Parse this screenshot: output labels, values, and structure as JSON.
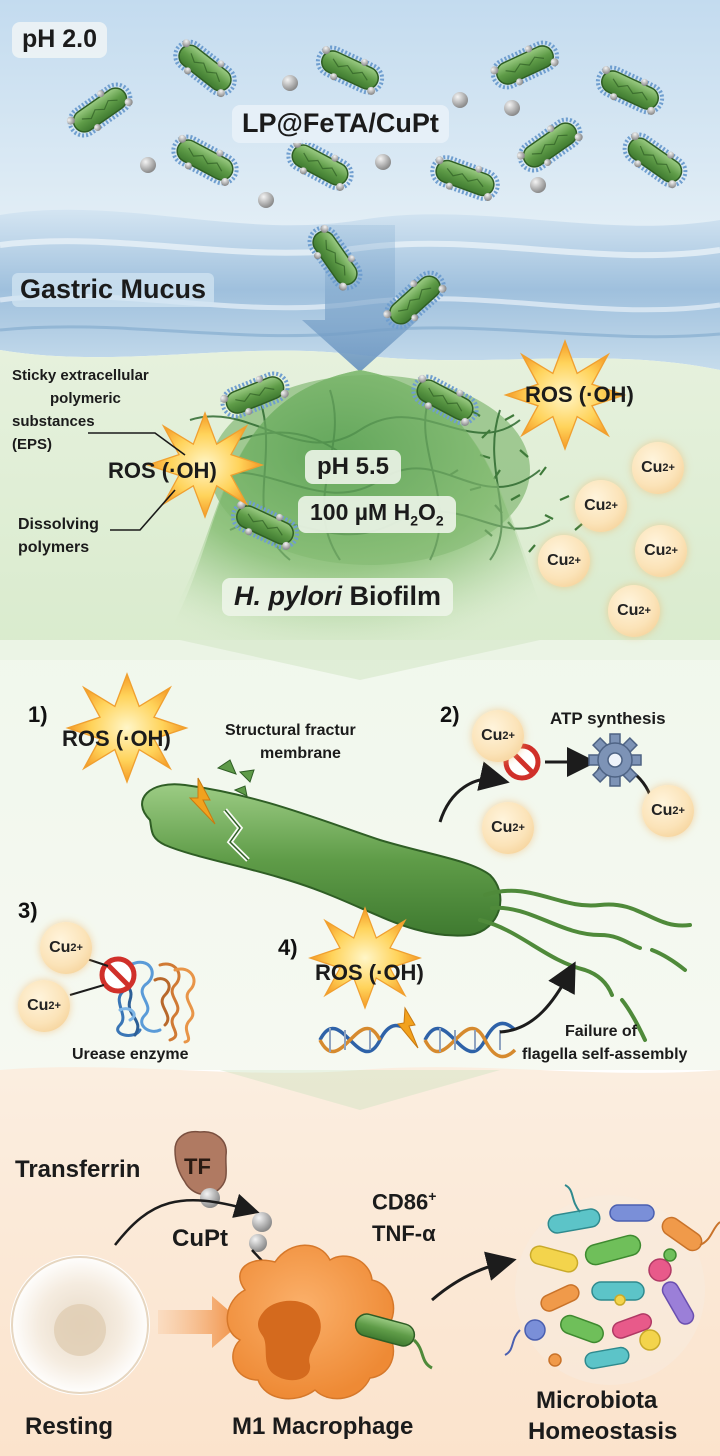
{
  "top": {
    "ph_top": "pH 2.0",
    "nanoparticle": "LP@FeTA/CuPt",
    "mucus": "Gastric Mucus"
  },
  "biofilm": {
    "eps_label": "Sticky extracellular polymeric substances (EPS)",
    "eps_line1": "Sticky extracellular",
    "eps_line2": "polymeric",
    "eps_line3": "substances",
    "eps_line4": "(EPS)",
    "ros_left": "ROS (·OH)",
    "ros_right": "ROS (·OH)",
    "dissolving_line1": "Dissolving",
    "dissolving_line2": "polymers",
    "ph_mid": "pH 5.5",
    "h2o2": "100 µM H",
    "h2o2_sub": "2",
    "h2o2_o": "O",
    "h2o2_sub2": "2",
    "title_italic": "H. pylori",
    "title_rest": " Biofilm",
    "cu_ions": [
      "Cu",
      "Cu",
      "Cu",
      "Cu",
      "Cu"
    ],
    "cu_charge": "2+"
  },
  "mechanism": {
    "step1": "1)",
    "step2": "2)",
    "step3": "3)",
    "step4": "4)",
    "ros1": "ROS (·OH)",
    "fracture_line1": "Structural fractur",
    "fracture_line2": "membrane",
    "atp": "ATP synthesis",
    "urease": "Urease enzyme",
    "ros4": "ROS (·OH)",
    "flagella_line1": "Failure of",
    "flagella_line2": "flagella self-assembly",
    "cu": "Cu",
    "cu_charge": "2+"
  },
  "immune": {
    "transferrin": "Transferrin",
    "tf": "TF",
    "cupt": "CuPt",
    "cd86": "CD86",
    "cd86_sup": "+",
    "tnf": "TNF-α",
    "resting": "Resting",
    "m1": "M1 Macrophage",
    "microbiota_line1": "Microbiota",
    "microbiota_line2": "Homeostasis"
  },
  "colors": {
    "sky": "#c9dff0",
    "mucus": "#aac8e2",
    "biofilm_bg": "#e3f0d9",
    "bacteria": "#5e9a48",
    "macrophage": "#f0953f",
    "bottom_bg": "#fbe6d2"
  }
}
